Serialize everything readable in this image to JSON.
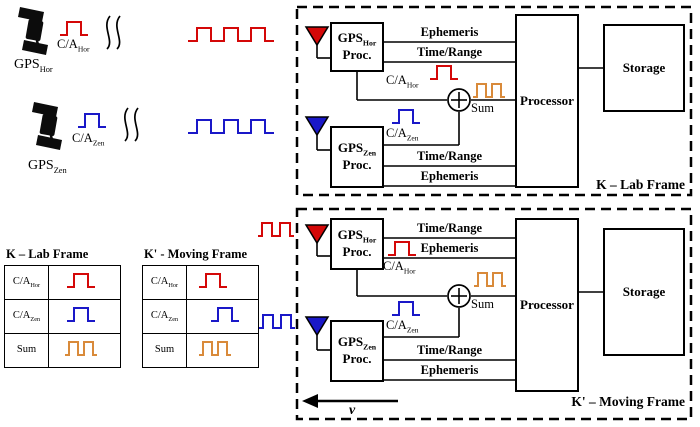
{
  "colors": {
    "red": "#d40808",
    "blue": "#1a18c8",
    "orange": "#d98a3a"
  },
  "sources": [
    {
      "sat": "GPS",
      "sat_sub": "Hor",
      "code": "C/A",
      "code_sub": "Hor"
    },
    {
      "sat": "GPS",
      "sat_sub": "Zen",
      "code": "C/A",
      "code_sub": "Zen"
    }
  ],
  "frames": [
    {
      "title": "K – Lab Frame",
      "receivers": [
        {
          "box": "GPS",
          "box_sub": "Hor",
          "box_line2": "Proc.",
          "bus1": "Ephemeris",
          "bus2": "Time/Range",
          "code": "C/A",
          "code_sub": "Hor"
        },
        {
          "box": "GPS",
          "box_sub": "Zen",
          "box_line2": "Proc.",
          "bus1": "Time/Range",
          "bus2": "Ephemeris",
          "code": "C/A",
          "code_sub": "Zen"
        }
      ],
      "sum": "Sum",
      "processor": "Processor",
      "storage": "Storage"
    },
    {
      "title": "K' – Moving Frame",
      "receivers": [
        {
          "box": "GPS",
          "box_sub": "Hor",
          "box_line2": "Proc.",
          "bus1": "Time/Range",
          "bus2": "Ephemeris",
          "code": "C/A",
          "code_sub": "Hor"
        },
        {
          "box": "GPS",
          "box_sub": "Zen",
          "box_line2": "Proc.",
          "bus1": "Time/Range",
          "bus2": "Ephemeris",
          "code": "C/A",
          "code_sub": "Zen"
        }
      ],
      "sum": "Sum",
      "processor": "Processor",
      "storage": "Storage",
      "velocity": "v"
    }
  ],
  "tables": [
    {
      "title": "K – Lab Frame",
      "rows": [
        {
          "label": "C/A",
          "sub": "Hor"
        },
        {
          "label": "C/A",
          "sub": "Zen"
        },
        {
          "label": "Sum",
          "sub": ""
        }
      ]
    },
    {
      "title": "K' - Moving Frame",
      "rows": [
        {
          "label": "C/A",
          "sub": "Hor"
        },
        {
          "label": "C/A",
          "sub": "Zen"
        },
        {
          "label": "Sum",
          "sub": ""
        }
      ]
    }
  ]
}
